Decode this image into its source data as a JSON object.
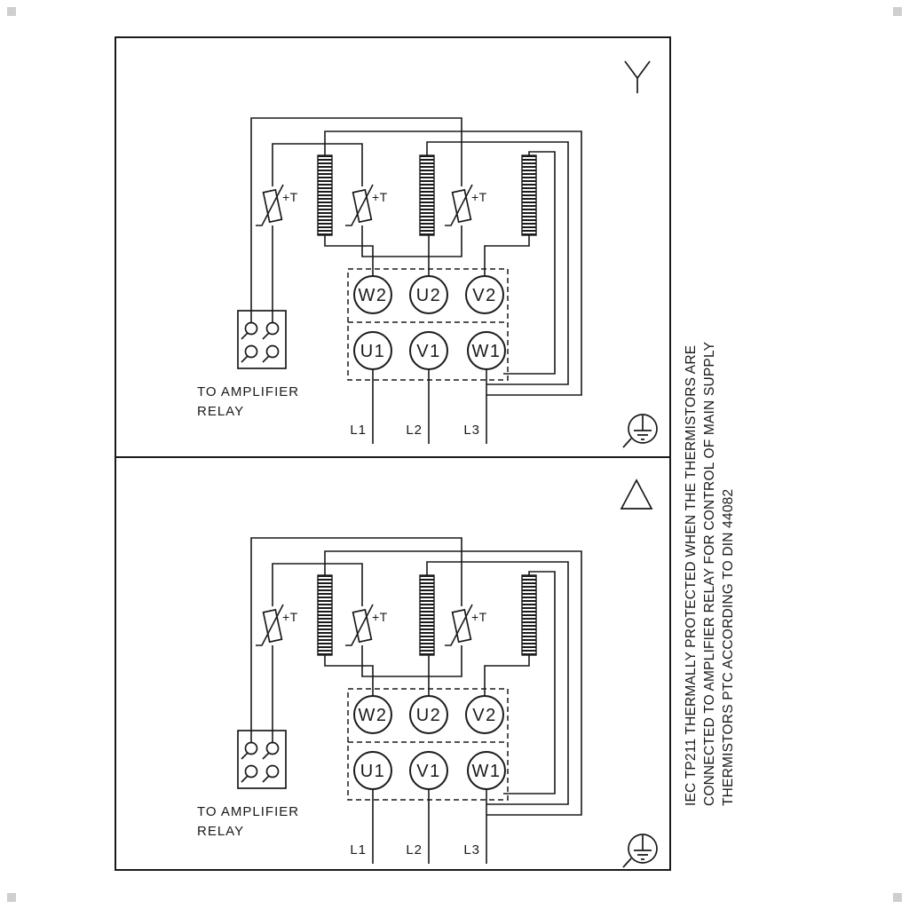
{
  "panel": {
    "thermistor_label": "+T",
    "terminals_top": [
      "W2",
      "U2",
      "V2"
    ],
    "terminals_bottom": [
      "U1",
      "V1",
      "W1"
    ],
    "supply_lines": [
      "L1",
      "L2",
      "L3"
    ],
    "relay_caption_line1": "TO AMPLIFIER",
    "relay_caption_line2": "RELAY"
  },
  "panels": [
    {
      "id": "star",
      "connection_symbol": "star-icon"
    },
    {
      "id": "delta",
      "connection_symbol": "delta-icon"
    }
  ],
  "side_note": {
    "line1": "IEC TP211 THERMALLY PROTECTED WHEN THE THERMISTORS ARE",
    "line2": "CONNECTED TO AMPLIFIER RELAY FOR CONTROL OF MAIN SUPPLY",
    "line3": "THERMISTORS PTC ACCORDING TO DIN 44082"
  },
  "colors": {
    "ink": "#1a1a1a",
    "background": "#ffffff",
    "corner_mark": "#cfcfcf"
  }
}
